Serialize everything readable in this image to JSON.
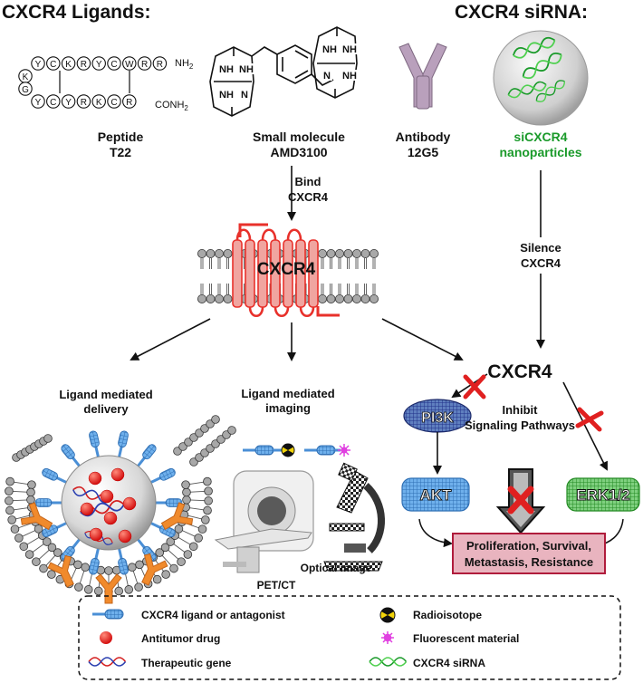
{
  "header": {
    "ligands_title": "CXCR4 Ligands:",
    "sirna_title": "CXCR4 siRNA:"
  },
  "ligands": {
    "peptide": {
      "seq_row1": [
        "Y",
        "C",
        "K",
        "R",
        "Y",
        "C",
        "W",
        "R",
        "R"
      ],
      "seq_row2": [
        "Y",
        "C",
        "Y",
        "R",
        "K",
        "C",
        "R"
      ],
      "seq_left": [
        "K",
        "G"
      ],
      "end1": "NH",
      "end1_sub": "2",
      "end2": "CONH",
      "end2_sub": "2",
      "label1": "Peptide",
      "label2": "T22"
    },
    "small_molecule": {
      "nh": "NH",
      "n": "N",
      "label1": "Small molecule",
      "label2": "AMD3100"
    },
    "antibody": {
      "label1": "Antibody",
      "label2": "12G5"
    }
  },
  "sirna": {
    "label1": "siCXCR4",
    "label2": "nanoparticles"
  },
  "flow": {
    "bind1": "Bind",
    "bind2": "CXCR4",
    "silence1": "Silence",
    "silence2": "CXCR4",
    "receptor": "CXCR4",
    "receptor2": "CXCR4"
  },
  "delivery": {
    "title1": "Ligand mediated",
    "title2": "delivery"
  },
  "imaging": {
    "title1": "Ligand mediated",
    "title2": "imaging",
    "petct": "PET/CT",
    "optical": "Optical image"
  },
  "signaling": {
    "pi3k": "PI3K",
    "akt": "AKT",
    "erk": "ERK1/2",
    "inhibit1": "Inhibit",
    "inhibit2": "Signaling Pathways",
    "outcome1": "Proliferation, Survival,",
    "outcome2": "Metastasis, Resistance"
  },
  "legend": {
    "items": [
      "CXCR4 ligand or antagonist",
      "Antitumor drug",
      "Therapeutic gene",
      "Radioisotope",
      "Fluorescent material",
      "CXCR4 siRNA"
    ]
  },
  "colors": {
    "receptor_red": "#e8312b",
    "sirna_green": "#1a9a2a",
    "antibody_purple": "#b9a0bc",
    "ligand_blue": "#5a9ad6",
    "orange": "#f08a2c",
    "outcome_fill": "#e9b4bf",
    "outcome_border": "#b01c3c"
  }
}
